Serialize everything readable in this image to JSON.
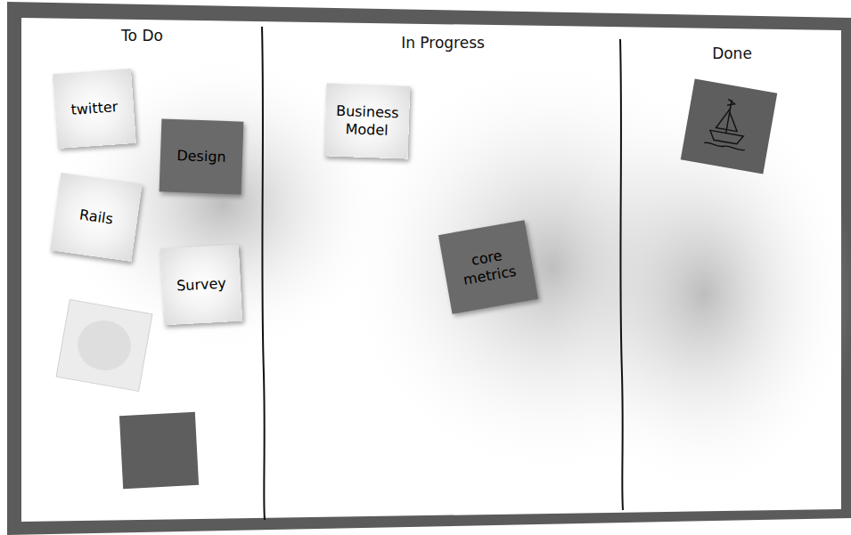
{
  "diagram": {
    "nodes": [
      {
        "text": [
          "To Do"
        ]
      },
      {
        "text": [
          "twitter"
        ],
        "in": 0
      },
      {
        "text": [
          "Design"
        ],
        "in": 0
      },
      {
        "text": [
          "Rails"
        ],
        "in": 0
      },
      {
        "text": [
          "Survey"
        ],
        "in": 0
      },
      {
        "text": [
          "In Progress"
        ]
      },
      {
        "text": [
          "Business Model"
        ],
        "in": 5
      },
      {
        "text": [
          "core metrics"
        ],
        "in": 5
      },
      {
        "text": [
          "Done"
        ]
      }
    ]
  }
}
